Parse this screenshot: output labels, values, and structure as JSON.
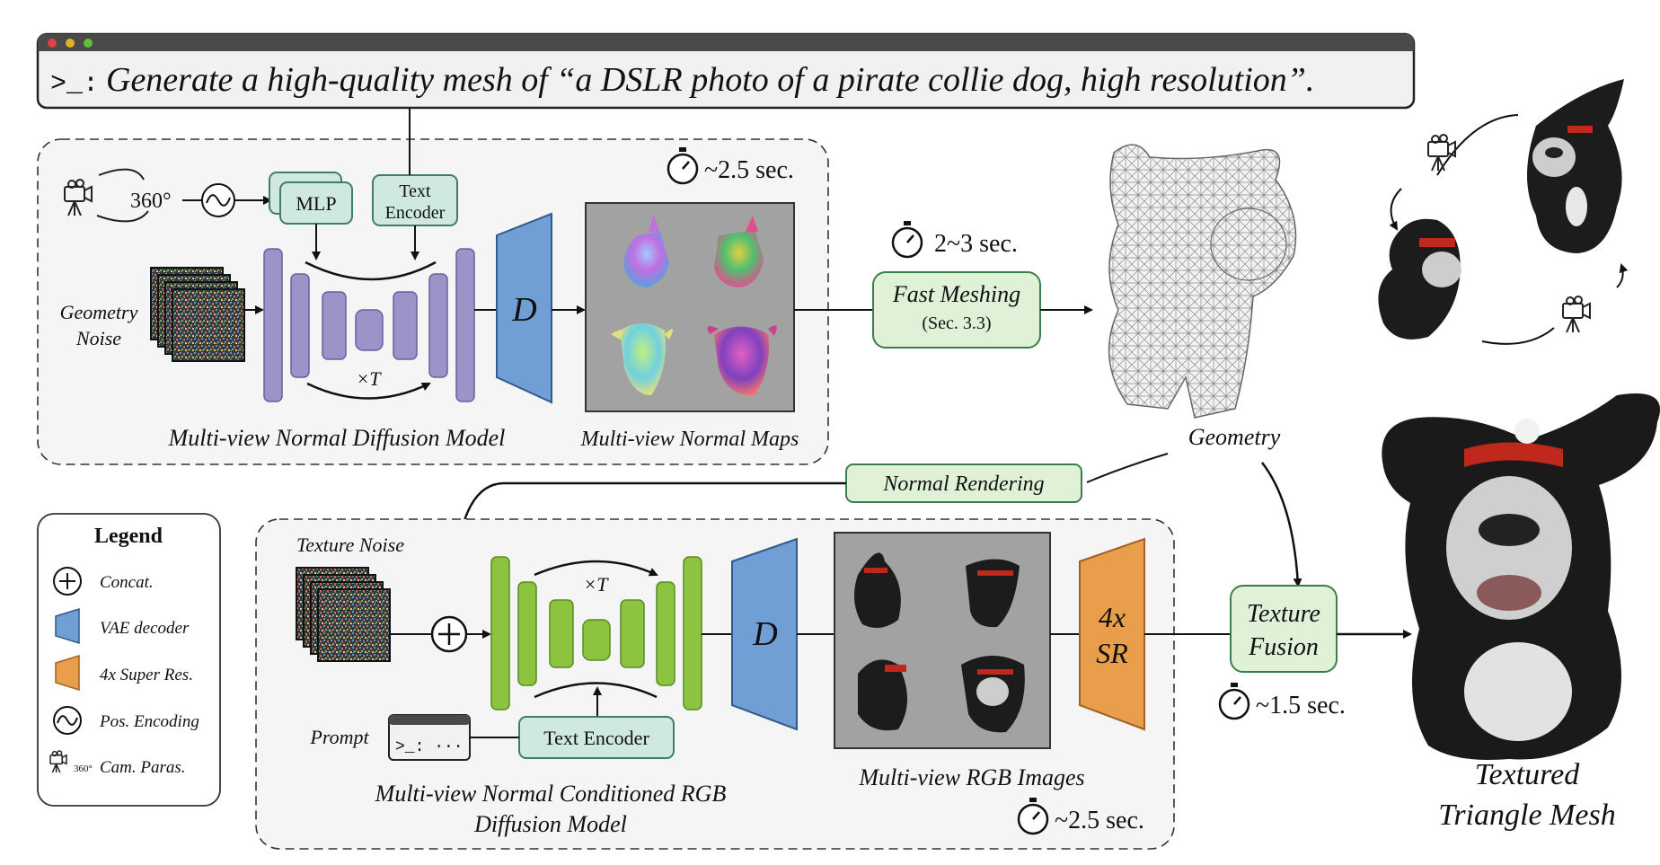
{
  "prompt_bar": {
    "prefix": ">_:",
    "text": "Generate a high-quality mesh of “a DSLR photo of a pirate collie dog, high resolution”.",
    "dots": [
      "#e0443e",
      "#dfb22b",
      "#5fbf3b"
    ]
  },
  "top_stage": {
    "title": "Multi-view Normal Diffusion Model",
    "timer": "~2.5 sec.",
    "cam_angle": "360°",
    "mlp_label": "MLP",
    "text_encoder_label_1": "Text",
    "text_encoder_label_2": "Encoder",
    "noise_label_1": "Geometry",
    "noise_label_2": "Noise",
    "times_t": "×T",
    "decoder_label": "D",
    "maps_label": "Multi-view Normal Maps",
    "unet_color": "#9e93c8"
  },
  "meshing": {
    "timer": "2~3 sec.",
    "label": "Fast Meshing",
    "sub": "(Sec. 3.3)",
    "geometry_label": "Geometry"
  },
  "normal_rendering": "Normal Rendering",
  "bottom_stage": {
    "title_1": "Multi-view Normal Conditioned RGB",
    "title_2": "Diffusion Model",
    "timer": "~2.5 sec.",
    "noise_label": "Texture Noise",
    "prompt_label": "Prompt",
    "prompt_glyph": ">_: ···",
    "text_encoder": "Text Encoder",
    "times_t": "×T",
    "decoder_label": "D",
    "sr_1": "4x",
    "sr_2": "SR",
    "rgb_label": "Multi-view RGB Images",
    "unet_color": "#8cc43f"
  },
  "fusion": {
    "label_1": "Texture",
    "label_2": "Fusion",
    "timer": "~1.5 sec."
  },
  "output": {
    "label_1": "Textured",
    "label_2": "Triangle Mesh"
  },
  "legend": {
    "title": "Legend",
    "items": [
      {
        "icon": "concat-icon",
        "label": "Concat."
      },
      {
        "icon": "vae-decoder-icon",
        "label": "VAE decoder"
      },
      {
        "icon": "super-res-icon",
        "label": "4x Super Res."
      },
      {
        "icon": "pos-encoding-icon",
        "label": "Pos. Encoding"
      },
      {
        "icon": "camera-icon",
        "label": "Cam. Paras."
      }
    ]
  },
  "colors": {
    "box_fill": "#cfe8e0",
    "box_stroke": "#3e7c6e",
    "decoder_fill": "#6f9fd5",
    "sr_fill": "#e89e4a",
    "fast_fill": "#dff2d8"
  }
}
